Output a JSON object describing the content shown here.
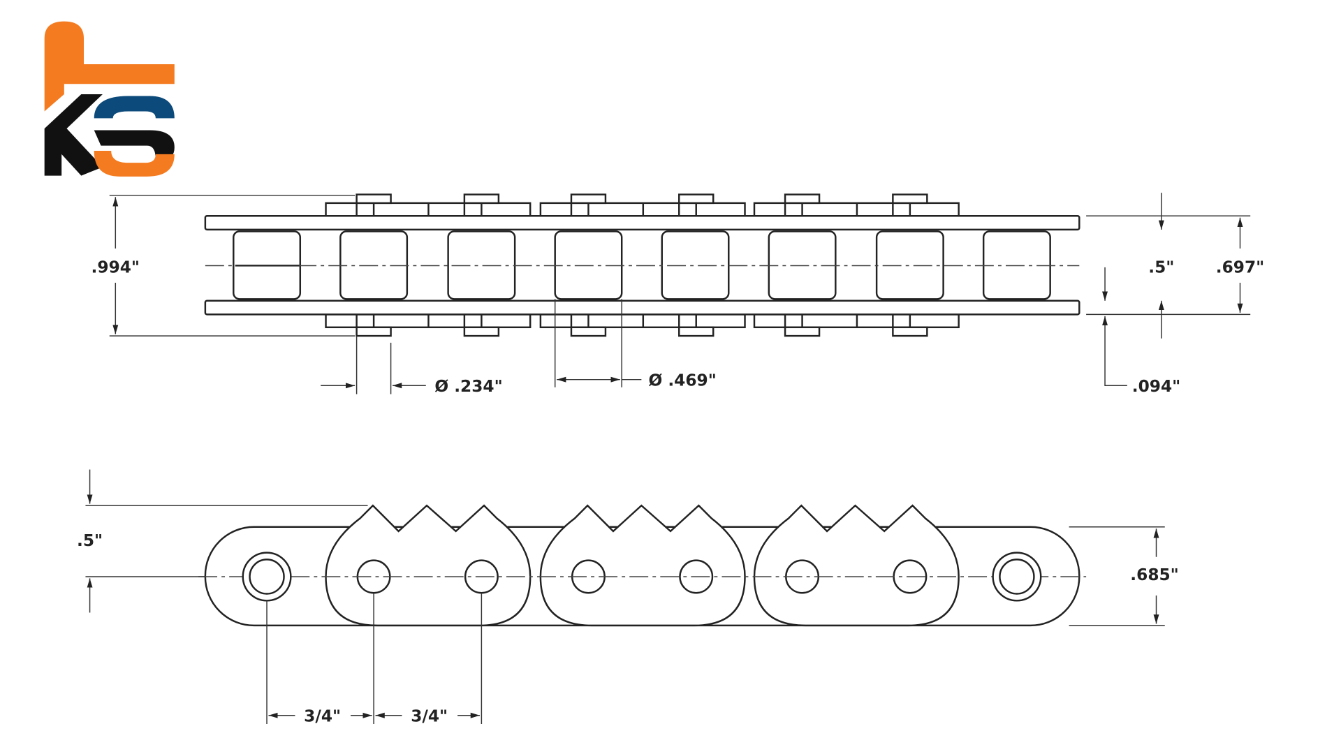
{
  "logo": {
    "text": "KS",
    "colors": {
      "orange": "#f47b20",
      "blue": "#0b4a7a",
      "black": "#111111"
    }
  },
  "top_view": {
    "dimensions": {
      "overall_width": ".994\"",
      "roller_width": ".5\"",
      "inner_width": ".697\"",
      "plate_thickness": ".094\"",
      "pin_diameter": "Ø .234\"",
      "roller_diameter": "Ø .469\""
    }
  },
  "side_view": {
    "dimensions": {
      "tooth_height": ".5\"",
      "plate_height": ".685\"",
      "pitch_1": "3/4\"",
      "pitch_2": "3/4\""
    }
  }
}
